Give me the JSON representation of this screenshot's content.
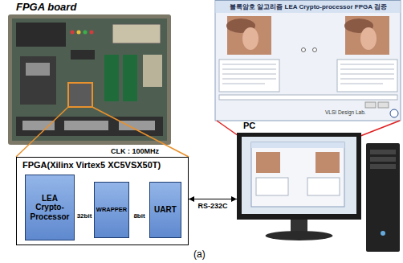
{
  "diagram": {
    "caption": "(a)",
    "nodes": [
      {
        "text": [
          "FPGA(Xilinx Virtex5 XC5VSX50T)"
        ]
      },
      {
        "text": [
          "LEA Crypto-Processor"
        ],
        "in": 0
      },
      {
        "text": [
          "WRAPPER"
        ],
        "in": 0
      },
      {
        "text": [
          "UART"
        ],
        "in": 0
      },
      {
        "text": [
          "PC"
        ]
      }
    ],
    "edges": [
      {
        "from": 1,
        "to": 2,
        "arrow": "both",
        "label": "32bit"
      },
      {
        "from": 2,
        "to": 3,
        "arrow": "both",
        "label": "8bit"
      },
      {
        "from": 0,
        "to": 4,
        "arrow": "both",
        "label": "RS-232C"
      }
    ],
    "labels": [
      "FPGA board",
      "블록암호 알고리즘 LEA Crypto-processor FPGA 검증",
      "VLSI Design Lab.",
      "CLK : 100MHz"
    ]
  }
}
